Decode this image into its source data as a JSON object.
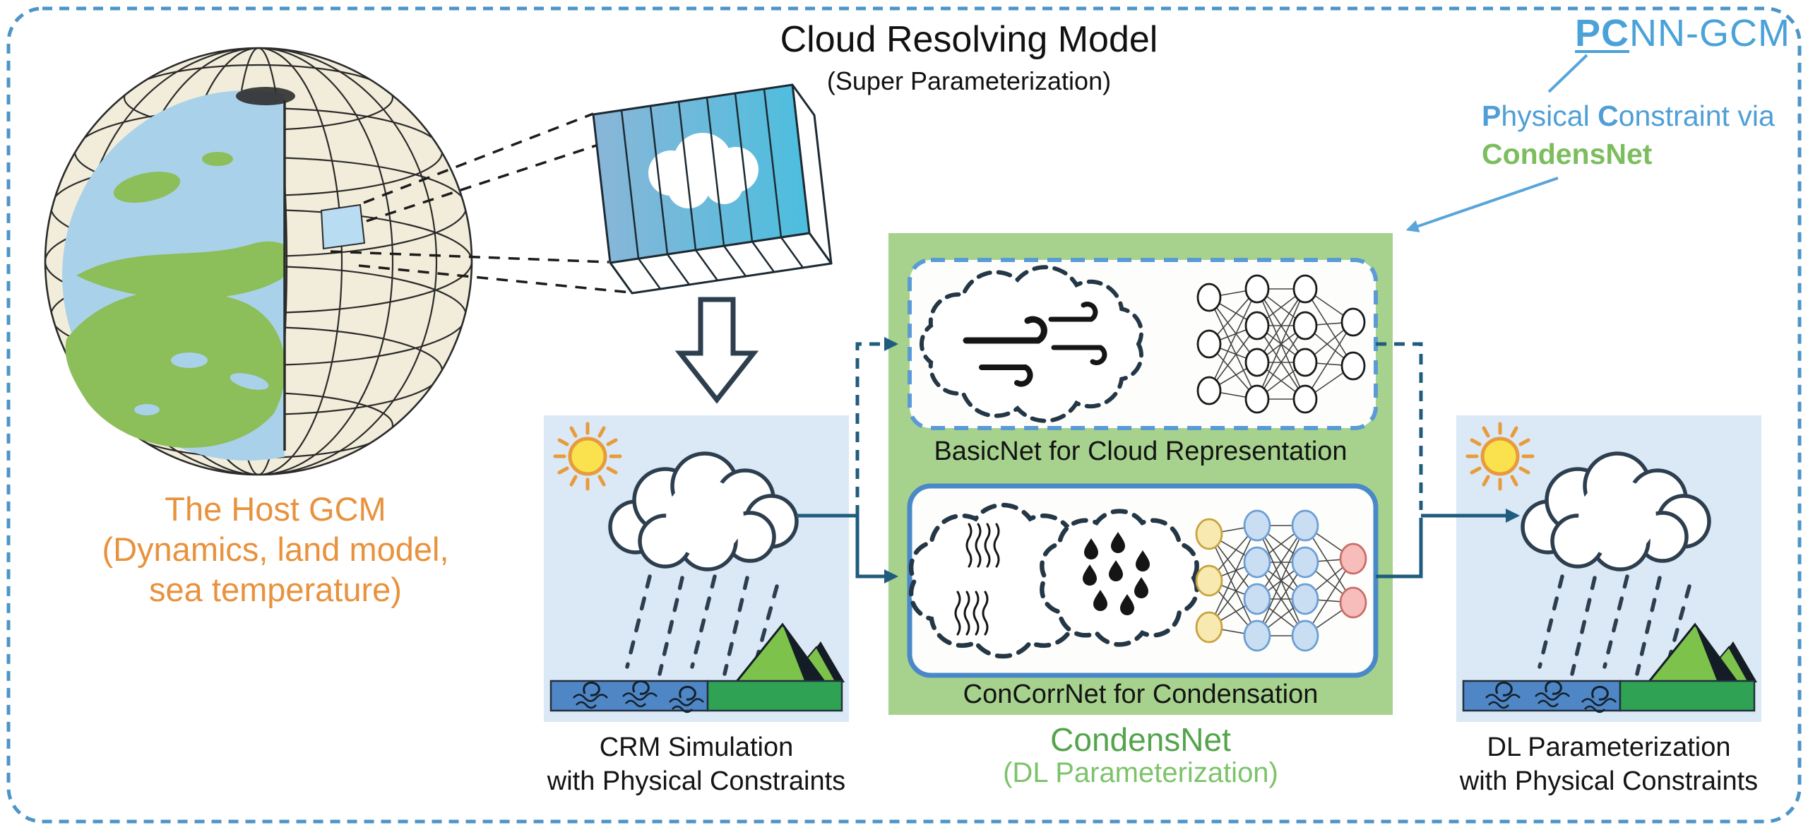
{
  "header": {
    "brand_bold": "PC",
    "brand_rest": "NN-GCM",
    "annotation": {
      "p_bold": "P",
      "p_rest": "hysical ",
      "c_bold": "C",
      "c_rest": "onstraint via",
      "line2": "CondensNet"
    }
  },
  "crm_model": {
    "title": "Cloud Resolving Model",
    "subtitle": "(Super Parameterization)"
  },
  "host_gcm": {
    "line1": "The Host GCM",
    "line2": "(Dynamics, land model,",
    "line3": "sea temperature)"
  },
  "condensnet_block": {
    "basicnet_label": "BasicNet for Cloud Representation",
    "concorrnet_label": "ConCorrNet for Condensation",
    "title": "CondensNet",
    "subtitle": "(DL Parameterization)"
  },
  "left_panel_caption": {
    "line1": "CRM Simulation",
    "line2": "with Physical Constraints"
  },
  "right_panel_caption": {
    "line1": "DL Parameterization",
    "line2": "with Physical Constraints"
  },
  "colors": {
    "accent_blue_text": "#4f9fd6",
    "accent_green_text": "#54a44c",
    "light_green_text": "#7cc36a",
    "orange_text": "#e8923d",
    "green_block_bg": "#a6d28d",
    "panel_bg": "#dbe8f5",
    "dark_outline": "#2d3e4e",
    "connector": "#1f5c7d",
    "box_border_dashed": "#5b9bd5",
    "box_border_solid": "#4a89c8",
    "outer_border": "#4d94c7",
    "sea": "#4f86c6",
    "land": "#2fa353",
    "mountain": "#7cc24b",
    "sun": "#f9e24d",
    "sun_ray": "#e89b3c"
  },
  "icons": {
    "basicnet_neural_network": {
      "layers": [
        3,
        4,
        4,
        2
      ],
      "rx": 16,
      "ry": 19,
      "fills": [
        "#ffffff",
        "#ffffff",
        "#ffffff",
        "#ffffff"
      ],
      "strokes": [
        "#1a1a1a",
        "#1a1a1a",
        "#1a1a1a",
        "#1a1a1a"
      ]
    },
    "concorrnet_neural_network": {
      "layers": [
        3,
        4,
        4,
        2
      ],
      "rx": 18,
      "ry": 21,
      "fills": [
        "#f7e9b0",
        "#c9ddf3",
        "#c9ddf3",
        "#f6bdbb"
      ],
      "strokes": [
        "#c9a23d",
        "#6b9fd4",
        "#6b9fd4",
        "#ca6d68"
      ]
    }
  }
}
